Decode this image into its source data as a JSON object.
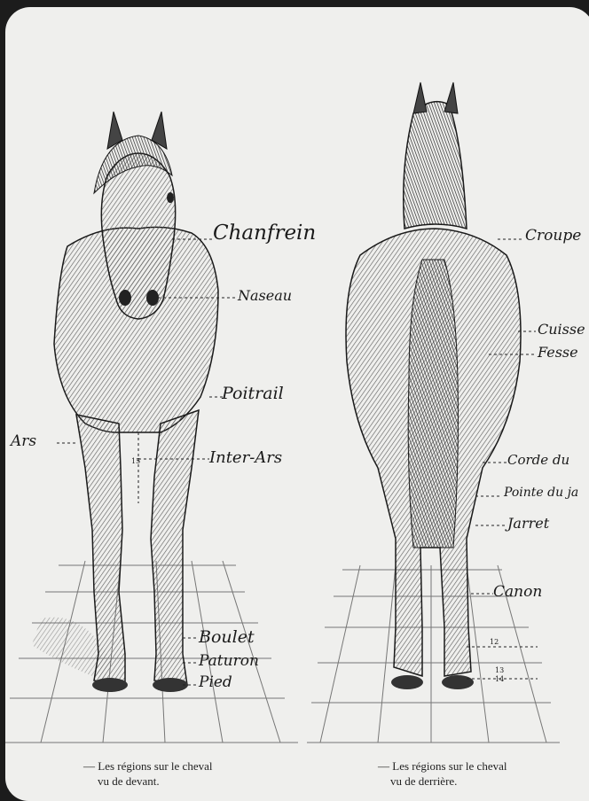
{
  "front": {
    "labels": {
      "chanfrein": "Chanfrein",
      "naseau": "Naseau",
      "poitrail": "Poitrail",
      "ars": "Ars",
      "inter_ars": "Inter-Ars",
      "boulet": "Boulet",
      "paturon": "Paturon",
      "pied": "Pied"
    },
    "marker": "15",
    "caption_line1": "— Les régions sur le cheval",
    "caption_line2": "vu de devant."
  },
  "back": {
    "labels": {
      "croupe": "Croupe",
      "cuisse": "Cuisse",
      "fesse": "Fesse",
      "corde": "Corde du",
      "pointe": "Pointe du ja",
      "jarret": "Jarret",
      "canon": "Canon"
    },
    "markers": [
      "12",
      "13",
      "14"
    ],
    "caption_line1": "— Les régions sur le cheval",
    "caption_line2": "vu de derrière."
  }
}
